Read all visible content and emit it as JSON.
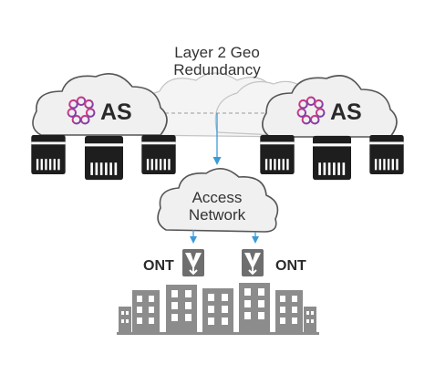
{
  "geo_label": {
    "line1": "Layer 2 Geo",
    "line2": "Redundancy"
  },
  "as_left": {
    "label": "AS",
    "icon": "as-logo-icon"
  },
  "as_right": {
    "label": "AS",
    "icon": "as-logo-icon"
  },
  "access_network": {
    "line1": "Access",
    "line2": "Network"
  },
  "ont_left": {
    "label": "ONT",
    "icon": "ont-device-icon"
  },
  "ont_right": {
    "label": "ONT",
    "icon": "ont-device-icon"
  },
  "colors": {
    "cloud_fill": "#f0f0f0",
    "cloud_outline": "#555555",
    "geo_cloud_outline": "#bfbfbf",
    "server": "#1e1e1e",
    "building": "#8c8c8c",
    "arrow": "#3a9ad9",
    "logo_start": "#d6347f",
    "logo_end": "#6a3fb5"
  }
}
